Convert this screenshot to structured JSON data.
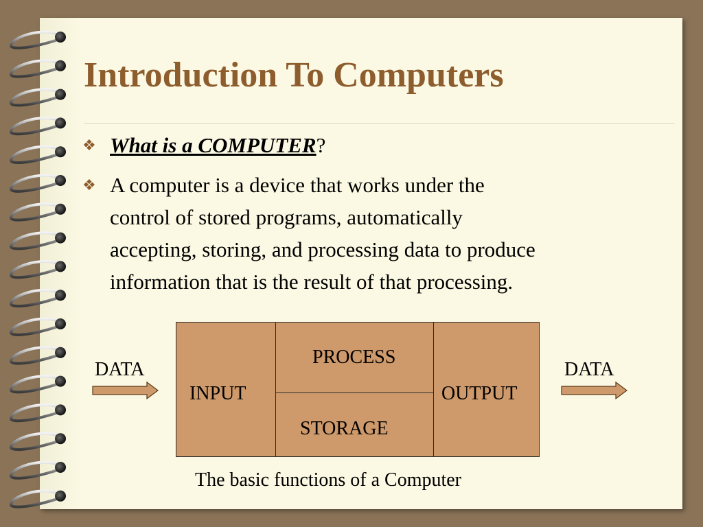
{
  "slide": {
    "title": "Introduction To Computers",
    "bullets": [
      {
        "question": "What is a COMPUTER",
        "question_suffix": "?"
      },
      {
        "lines": [
          "A computer is a device that works under the",
          "control of stored programs, automatically",
          "accepting, storing, and processing data to produce",
          "information that is the result of that processing."
        ]
      }
    ]
  },
  "diagram": {
    "input_label": "DATA",
    "output_label": "DATA",
    "boxes": {
      "input": "INPUT",
      "process": "PROCESS",
      "storage": "STORAGE",
      "output": "OUTPUT"
    },
    "caption": "The basic functions of a Computer"
  },
  "colors": {
    "background": "#8a7357",
    "page": "#fbf9e3",
    "title": "#8e5d2e",
    "box_fill": "#cf9a6b",
    "bullet_mark": "#8e5d2e"
  },
  "icons": {
    "bullet": "diamond-bullet-icon",
    "binding": "spiral-ring-icon",
    "arrow": "right-arrow-icon"
  }
}
